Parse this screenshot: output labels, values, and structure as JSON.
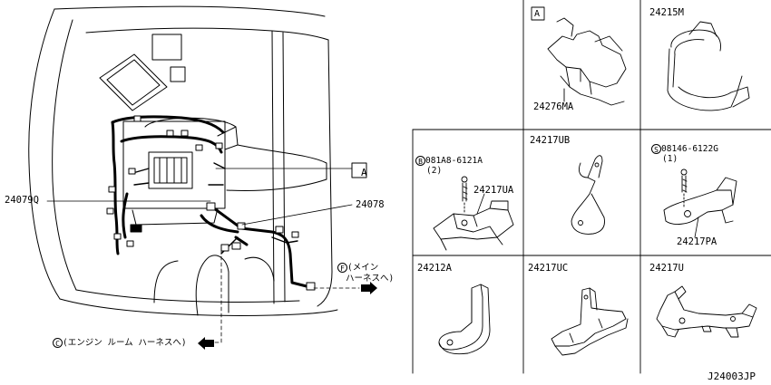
{
  "diagram": {
    "callout_a_main": "A",
    "label_24079Q": "24079Q",
    "label_24078": "24078",
    "ref_f_letter": "F",
    "ref_f_line1": "(メイン",
    "ref_f_line2": "ハーネスへ)",
    "ref_c_letter": "C",
    "ref_c_text": "(エンジン ルーム ハーネスへ)",
    "drawing_code": "J24003JP"
  },
  "parts": {
    "a_box": "A",
    "p24276MA": "24276MA",
    "p24215M": "24215M",
    "p24217UB": "24217UB",
    "b_letter": "B",
    "b_bolt": "081A8-6121A",
    "b_qty": "(2)",
    "p24217UA": "24217UA",
    "s_letter": "S",
    "s_bolt": "08146-6122G",
    "s_qty": "(1)",
    "p24217PA": "24217PA",
    "p24212A": "24212A",
    "p24217UC": "24217UC",
    "p24217U": "24217U"
  }
}
